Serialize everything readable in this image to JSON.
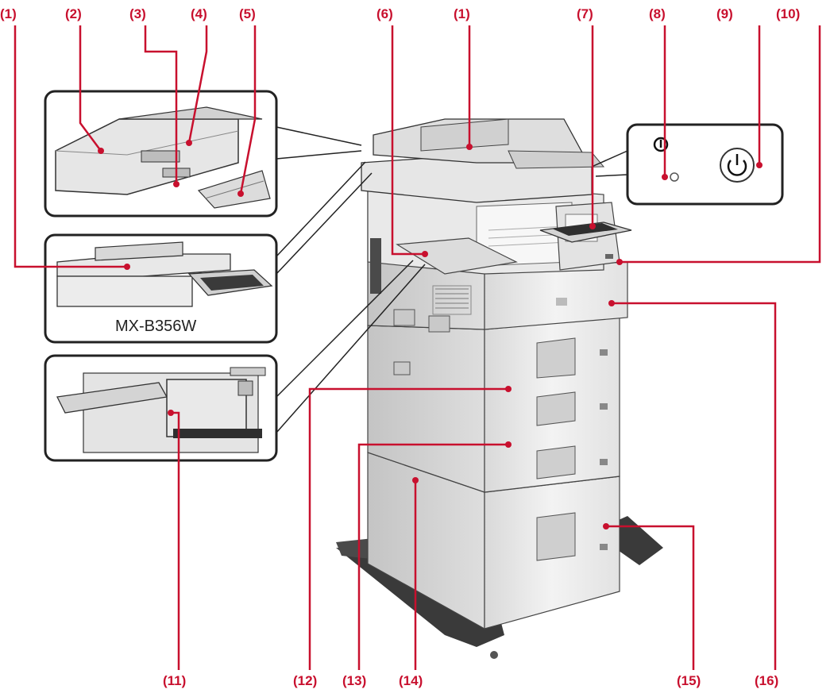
{
  "colors": {
    "accent": "#c8102e",
    "line": "#c8102e",
    "machine_light": "#e8e8e8",
    "machine_mid": "#cfcfcf",
    "machine_dark": "#3a3a3a",
    "outline": "#2a2a2a"
  },
  "icons": {
    "power_indicator": "power-saver-icon",
    "power_button": "power-icon"
  },
  "inset_caption": "MX-B356W",
  "callouts": [
    {
      "id": "1a",
      "label": "(1)"
    },
    {
      "id": "2",
      "label": "(2)"
    },
    {
      "id": "3",
      "label": "(3)"
    },
    {
      "id": "4",
      "label": "(4)"
    },
    {
      "id": "5",
      "label": "(5)"
    },
    {
      "id": "6",
      "label": "(6)"
    },
    {
      "id": "1b",
      "label": "(1)"
    },
    {
      "id": "7",
      "label": "(7)"
    },
    {
      "id": "8",
      "label": "(8)"
    },
    {
      "id": "9",
      "label": "(9)"
    },
    {
      "id": "10",
      "label": "(10)"
    },
    {
      "id": "11",
      "label": "(11)"
    },
    {
      "id": "12",
      "label": "(12)"
    },
    {
      "id": "13",
      "label": "(13)"
    },
    {
      "id": "14",
      "label": "(14)"
    },
    {
      "id": "15",
      "label": "(15)"
    },
    {
      "id": "16",
      "label": "(16)"
    }
  ]
}
